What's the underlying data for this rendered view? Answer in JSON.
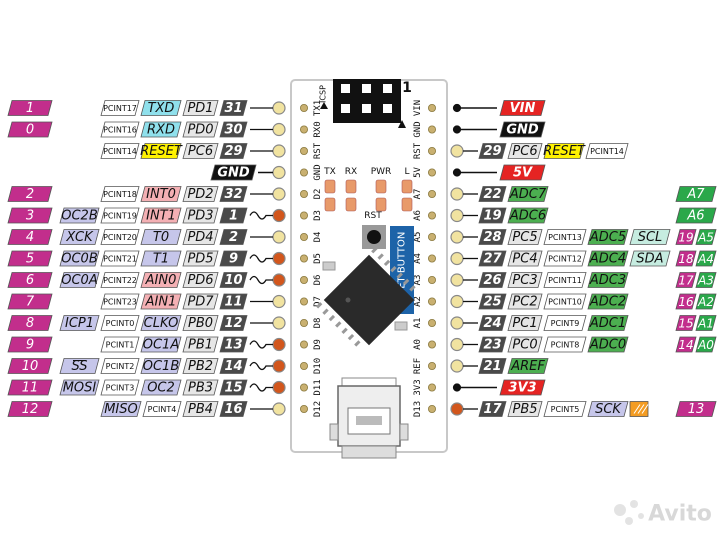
{
  "colors": {
    "arduino_num": "#c22e8c",
    "pcint": "#ffffff",
    "port": "#e6e6e6",
    "pin_no": "#4a4a4a",
    "serial": "#8fe0ec",
    "reset": "#fff200",
    "interrupt": "#f4b0b4",
    "pwm_timer": "#c6c6ea",
    "comparator": "#f4b0b4",
    "analog_adc": "#4caf50",
    "analog_pin": "#2aa84a",
    "power": "#e52423",
    "ground": "#111111",
    "spi": "#c6c6ea",
    "i2c": "#c6ece0",
    "aref": "#4caf50",
    "pad_plain": "#f1e3a0",
    "pad_pwm": "#d2561c",
    "board": "#ffffff"
  },
  "board": {
    "icsp_label": "ICSP",
    "icsp_pin1": "1",
    "left_header": [
      "TX1",
      "RX0",
      "RST",
      "GND",
      "D2",
      "D3",
      "D4",
      "D5",
      "D6",
      "D7",
      "D8",
      "D9",
      "D10",
      "D11",
      "D12"
    ],
    "right_header": [
      "VIN",
      "GND",
      "RST",
      "5V",
      "A7",
      "A6",
      "A5",
      "A4",
      "A3",
      "A2",
      "A1",
      "A0",
      "REF",
      "3V3",
      "D13"
    ],
    "leds": [
      "TX",
      "RX",
      "PWR",
      "L"
    ],
    "rst_label": "RST",
    "reset_button": "RESET BUTTON"
  },
  "left_rows": [
    {
      "num": "1",
      "pcint": "PCINT17",
      "fn": "TXD",
      "port": "PD1",
      "pin": "31",
      "kind": "plain",
      "fn_color": "serial"
    },
    {
      "num": "0",
      "pcint": "PCINT16",
      "fn": "RXD",
      "port": "PD0",
      "pin": "30",
      "kind": "plain",
      "fn_color": "serial"
    },
    {
      "pcint": "PCINT14",
      "fn": "RESET",
      "port": "PC6",
      "pin": "29",
      "kind": "plain",
      "fn_color": "reset"
    },
    {
      "special": "GND",
      "kind": "gnd"
    },
    {
      "num": "2",
      "pcint": "PCINT18",
      "fn": "INT0",
      "port": "PD2",
      "pin": "32",
      "kind": "plain",
      "fn_color": "interrupt"
    },
    {
      "num": "3",
      "extra": "OC2B",
      "pcint": "PCINT19",
      "fn": "INT1",
      "port": "PD3",
      "pin": "1",
      "kind": "pwm",
      "fn_color": "interrupt",
      "extra_color": "pwm_timer"
    },
    {
      "num": "4",
      "extra": "XCK",
      "pcint": "PCINT20",
      "fn": "T0",
      "port": "PD4",
      "pin": "2",
      "kind": "plain",
      "fn_color": "pwm_timer",
      "extra_color": "pwm_timer"
    },
    {
      "num": "5",
      "extra": "OC0B",
      "pcint": "PCINT21",
      "fn": "T1",
      "port": "PD5",
      "pin": "9",
      "kind": "pwm",
      "fn_color": "pwm_timer",
      "extra_color": "pwm_timer"
    },
    {
      "num": "6",
      "extra": "OC0A",
      "pcint": "PCINT22",
      "fn": "AIN0",
      "port": "PD6",
      "pin": "10",
      "kind": "pwm",
      "fn_color": "comparator",
      "extra_color": "pwm_timer"
    },
    {
      "num": "7",
      "pcint": "PCINT23",
      "fn": "AIN1",
      "port": "PD7",
      "pin": "11",
      "kind": "plain",
      "fn_color": "comparator"
    },
    {
      "num": "8",
      "extra": "ICP1",
      "pcint": "PCINT0",
      "fn": "CLKO",
      "port": "PB0",
      "pin": "12",
      "kind": "plain",
      "fn_color": "pwm_timer",
      "extra_color": "pwm_timer"
    },
    {
      "num": "9",
      "pcint": "PCINT1",
      "fn": "OC1A",
      "port": "PB1",
      "pin": "13",
      "kind": "pwm",
      "fn_color": "pwm_timer"
    },
    {
      "num": "10",
      "extra": "SS",
      "pcint": "PCINT2",
      "fn": "OC1B",
      "port": "PB2",
      "pin": "14",
      "kind": "pwm",
      "fn_color": "pwm_timer",
      "extra_color": "spi",
      "overline": true
    },
    {
      "num": "11",
      "extra": "MOSI",
      "pcint": "PCINT3",
      "fn": "OC2",
      "port": "PB3",
      "pin": "15",
      "kind": "pwm",
      "fn_color": "pwm_timer",
      "extra_color": "spi"
    },
    {
      "num": "12",
      "fn": "MISO",
      "pcint": "PCINT4",
      "port": "PB4",
      "pin": "16",
      "kind": "plain",
      "fn_color": "spi",
      "miso": true
    }
  ],
  "right_rows": [
    {
      "special": "VIN",
      "kind": "power"
    },
    {
      "special": "GND",
      "kind": "gnd"
    },
    {
      "pin": "29",
      "port": "PC6",
      "fn": "RESET",
      "pcint": "PCINT14",
      "kind": "plain",
      "fn_color": "reset"
    },
    {
      "special": "5V",
      "kind": "power"
    },
    {
      "pin": "22",
      "fn": "ADC7",
      "analog": "A7",
      "kind": "plain"
    },
    {
      "pin": "19",
      "fn": "ADC6",
      "analog": "A6",
      "kind": "plain"
    },
    {
      "pin": "28",
      "port": "PC5",
      "pcint": "PCINT13",
      "fn": "ADC5",
      "extra": "SCL",
      "num": "19",
      "analog": "A5",
      "kind": "plain"
    },
    {
      "pin": "27",
      "port": "PC4",
      "pcint": "PCINT12",
      "fn": "ADC4",
      "extra": "SDA",
      "num": "18",
      "analog": "A4",
      "kind": "plain"
    },
    {
      "pin": "26",
      "port": "PC3",
      "pcint": "PCINT11",
      "fn": "ADC3",
      "num": "17",
      "analog": "A3",
      "kind": "plain"
    },
    {
      "pin": "25",
      "port": "PC2",
      "pcint": "PCINT10",
      "fn": "ADC2",
      "num": "16",
      "analog": "A2",
      "kind": "plain"
    },
    {
      "pin": "24",
      "port": "PC1",
      "pcint": "PCINT9",
      "fn": "ADC1",
      "num": "15",
      "analog": "A1",
      "kind": "plain"
    },
    {
      "pin": "23",
      "port": "PC0",
      "pcint": "PCINT8",
      "fn": "ADC0",
      "num": "14",
      "analog": "A0",
      "kind": "plain"
    },
    {
      "pin": "21",
      "fn": "AREF",
      "kind": "plain"
    },
    {
      "special": "3V3",
      "kind": "power"
    },
    {
      "pin": "17",
      "port": "PB5",
      "pcint": "PCINT5",
      "fn": "SCK",
      "num": "13",
      "kind": "led"
    }
  ],
  "watermark": "Avito"
}
